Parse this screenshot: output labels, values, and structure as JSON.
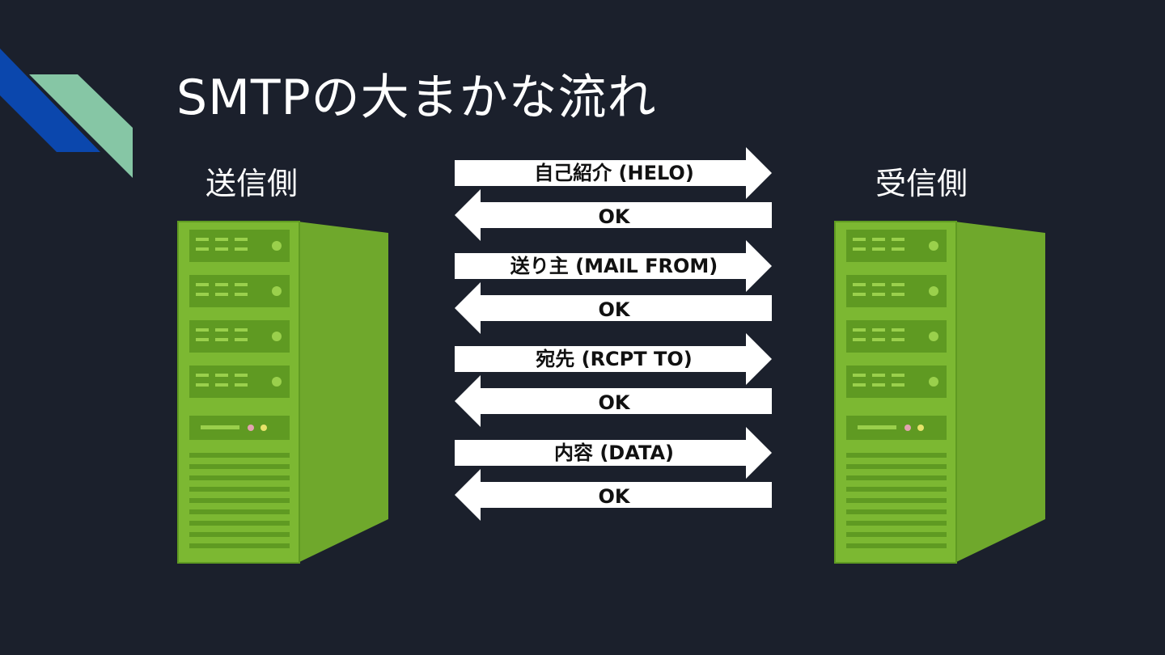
{
  "title": "SMTPの大まかな流れ",
  "sender_label": "送信側",
  "receiver_label": "受信側",
  "steps": [
    {
      "request": "自己紹介 (HELO)",
      "response": "OK"
    },
    {
      "request": "送り主 (MAIL FROM)",
      "response": "OK"
    },
    {
      "request": "宛先 (RCPT TO)",
      "response": "OK"
    },
    {
      "request": "内容 (DATA)",
      "response": "OK"
    }
  ],
  "colors": {
    "background": "#1b202c",
    "accent_blue": "#0b47ad",
    "accent_teal": "#86c6a5",
    "server_green": "#7cb832",
    "arrow_fill": "#ffffff"
  }
}
